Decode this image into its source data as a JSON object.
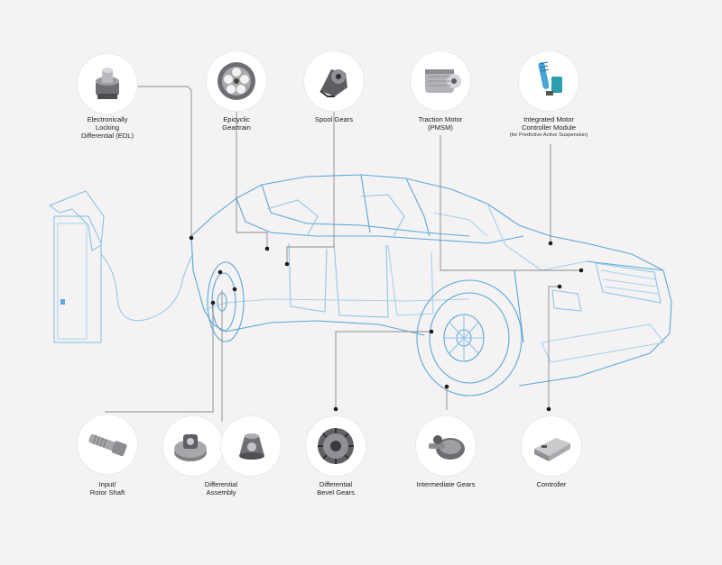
{
  "parts": {
    "edl": {
      "line1": "Electronically",
      "line2": "Locking",
      "line3": "Differential (EDL)",
      "icon": "edl-differential-icon"
    },
    "epicyclic": {
      "line1": "Epicyclic",
      "line2": "Geartrain",
      "icon": "planetary-gear-icon"
    },
    "spool": {
      "line1": "Spool Gears",
      "icon": "spool-gear-icon"
    },
    "traction": {
      "line1": "Traction Motor",
      "line2": "(PMSM)",
      "icon": "traction-motor-icon"
    },
    "imcm": {
      "line1": "Integrated Motor",
      "line2": "Controller Module",
      "line3": "(for Predictive Active Suspension)",
      "icon": "motor-controller-module-icon"
    },
    "shaft": {
      "line1": "Input/",
      "line2": "Rotor Shaft",
      "icon": "rotor-shaft-icon"
    },
    "diff": {
      "line1": "Differential",
      "line2": "Assembly",
      "icon": "differential-assembly-icon"
    },
    "bevel": {
      "line1": "Differential",
      "line2": "Bevel Gears",
      "icon": "bevel-gear-icon"
    },
    "intermediate": {
      "line1": "Intermediate Gears",
      "icon": "intermediate-gear-icon"
    },
    "controller": {
      "line1": "Controller",
      "icon": "controller-icon"
    }
  },
  "colors": {
    "background": "#f4f2f2",
    "car_line": "#5ba9dc",
    "car_line_light": "#a9d2ee",
    "leader": "#8a8a8a",
    "dot": "#1a1a1a"
  }
}
